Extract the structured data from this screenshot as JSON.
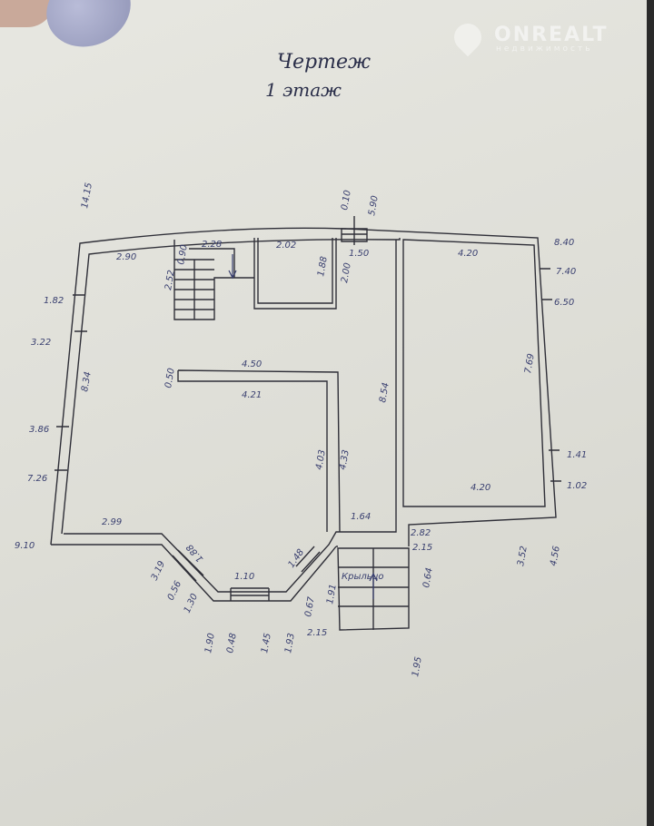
{
  "title": "Чертеж",
  "subtitle": "1 этаж",
  "watermark": {
    "brand": "ONREALT",
    "tagline": "недвижимость"
  },
  "porch_label": "Крыльцо",
  "dims": [
    "14.15",
    "2.90",
    "2.52",
    "0.90",
    "2.28",
    "2.02",
    "1.88",
    "2.00",
    "0.10",
    "5.90",
    "1.50",
    "4.20",
    "8.40",
    "7.40",
    "6.50",
    "1.82",
    "3.22",
    "8.34",
    "0.50",
    "4.50",
    "4.21",
    "8.54",
    "7.69",
    "3.86",
    "4.03",
    "4.33",
    "7.26",
    "1.41",
    "1.02",
    "4.20",
    "2.99",
    "1.64",
    "9.10",
    "2.82",
    "2.15",
    "1.88",
    "1.48",
    "3.19",
    "0.56",
    "1.30",
    "1.10",
    "0.64",
    "1.91",
    "0.67",
    "3.52",
    "4.56",
    "1.90",
    "0.48",
    "1.45",
    "1.93",
    "2.15",
    "1.95"
  ]
}
